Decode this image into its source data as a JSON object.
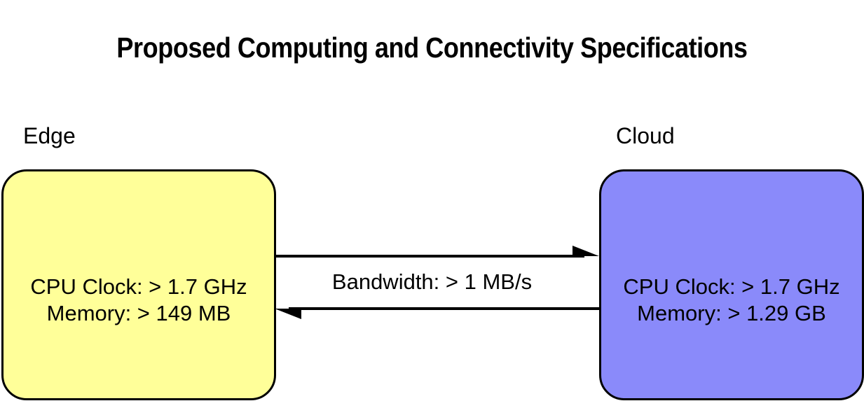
{
  "title": "Proposed Computing and Connectivity Specifications",
  "nodes": [
    {
      "id": "edge",
      "caption": "Edge",
      "fill": "#ffff99",
      "stroke": "#000000",
      "lines": [
        "CPU Clock: > 1.7 GHz",
        "Memory: > 149 MB"
      ]
    },
    {
      "id": "cloud",
      "caption": "Cloud",
      "fill": "#8a8afa",
      "stroke": "#000000",
      "lines": [
        "CPU Clock: > 1.7 GHz",
        "Memory: > 1.29 GB"
      ]
    }
  ],
  "connector": {
    "label": "Bandwidth: > 1 MB/s",
    "stroke": "#000000",
    "arrows": [
      {
        "direction": "edge-to-cloud",
        "head": "right"
      },
      {
        "direction": "cloud-to-edge",
        "head": "left"
      }
    ]
  }
}
